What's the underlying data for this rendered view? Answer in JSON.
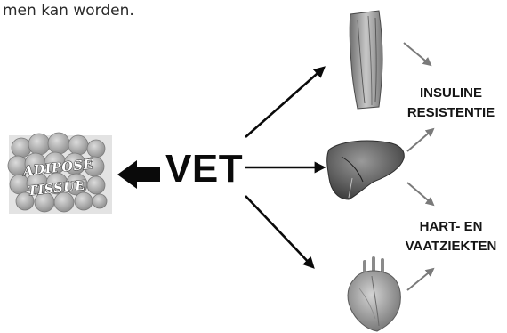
{
  "caption": "men kan worden.",
  "center_label": "VET",
  "source_label": {
    "line1": "ADIPOSE",
    "line2": "TISSUE"
  },
  "outcomes": {
    "insulin_resistance": {
      "line1": "INSULINE",
      "line2": "RESISTENTIE"
    },
    "cardiovascular": {
      "line1": "HART- EN",
      "line2": "VAATZIEKTEN"
    }
  },
  "organs": [
    "muscle-icon",
    "liver-icon",
    "heart-icon"
  ],
  "colors": {
    "primary_arrow": "#0a0a0a",
    "secondary_arrow": "#7a7a7a",
    "text": "#151515"
  }
}
